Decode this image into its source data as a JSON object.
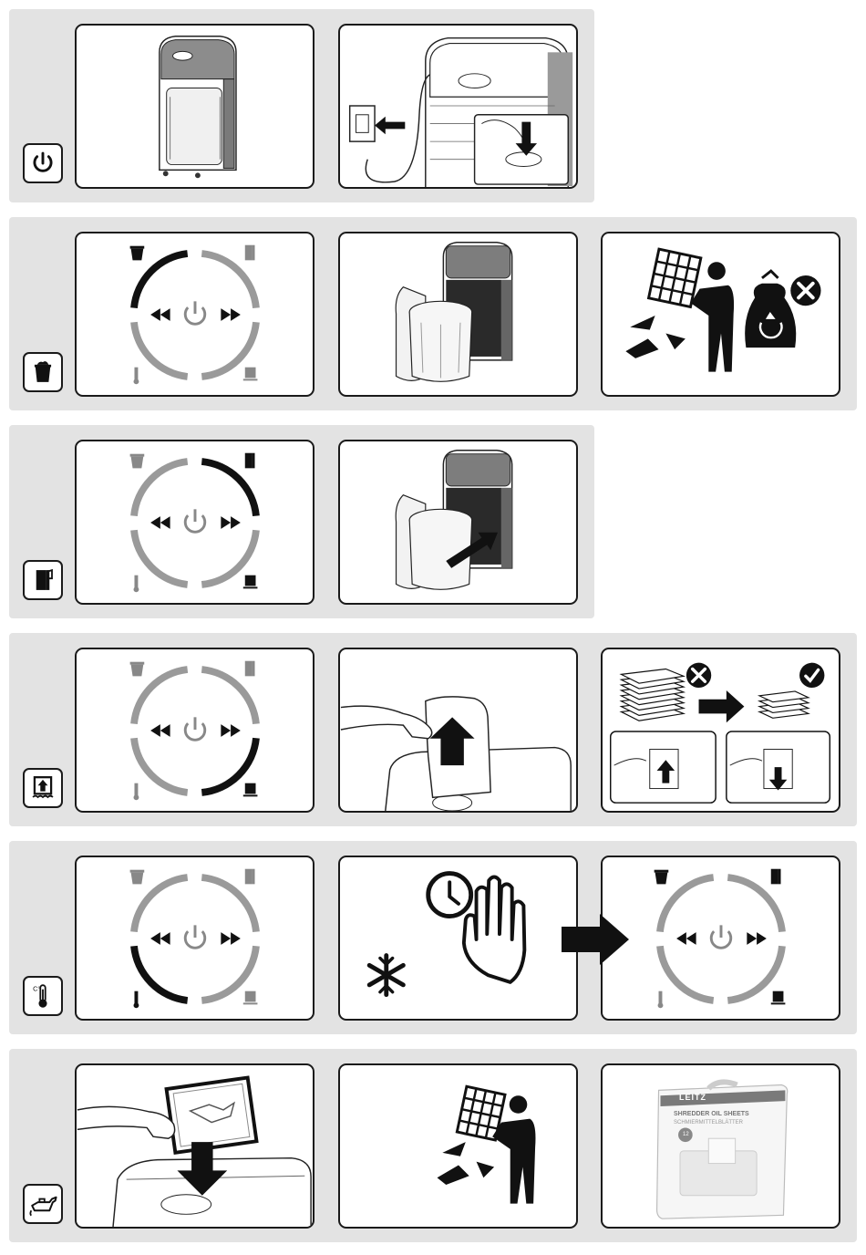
{
  "colors": {
    "panel_bg": "#e3e3e3",
    "ring_grey": "#9a9a9a",
    "ring_dark": "#1a1a1a",
    "line": "#1a1a1a"
  },
  "rows": [
    {
      "id": "power",
      "step_icon": "power-icon",
      "active_indicator": null
    },
    {
      "id": "bin-full",
      "step_icon": "bin-full-icon",
      "active_indicator": "bin"
    },
    {
      "id": "door-open",
      "step_icon": "door-open-icon",
      "active_indicator": "door"
    },
    {
      "id": "paper-jam",
      "step_icon": "paper-jam-icon",
      "active_indicator": "paper"
    },
    {
      "id": "overheat",
      "step_icon": "thermometer-icon",
      "active_indicator": "temperature"
    },
    {
      "id": "oil",
      "step_icon": "oil-can-icon",
      "active_indicator": null
    }
  ],
  "product_box": {
    "brand": "LEITZ",
    "title": "SHREDDER OIL SHEETS",
    "subtitle": "SCHMIERMITTELBLÄTTER",
    "badge": "12"
  }
}
